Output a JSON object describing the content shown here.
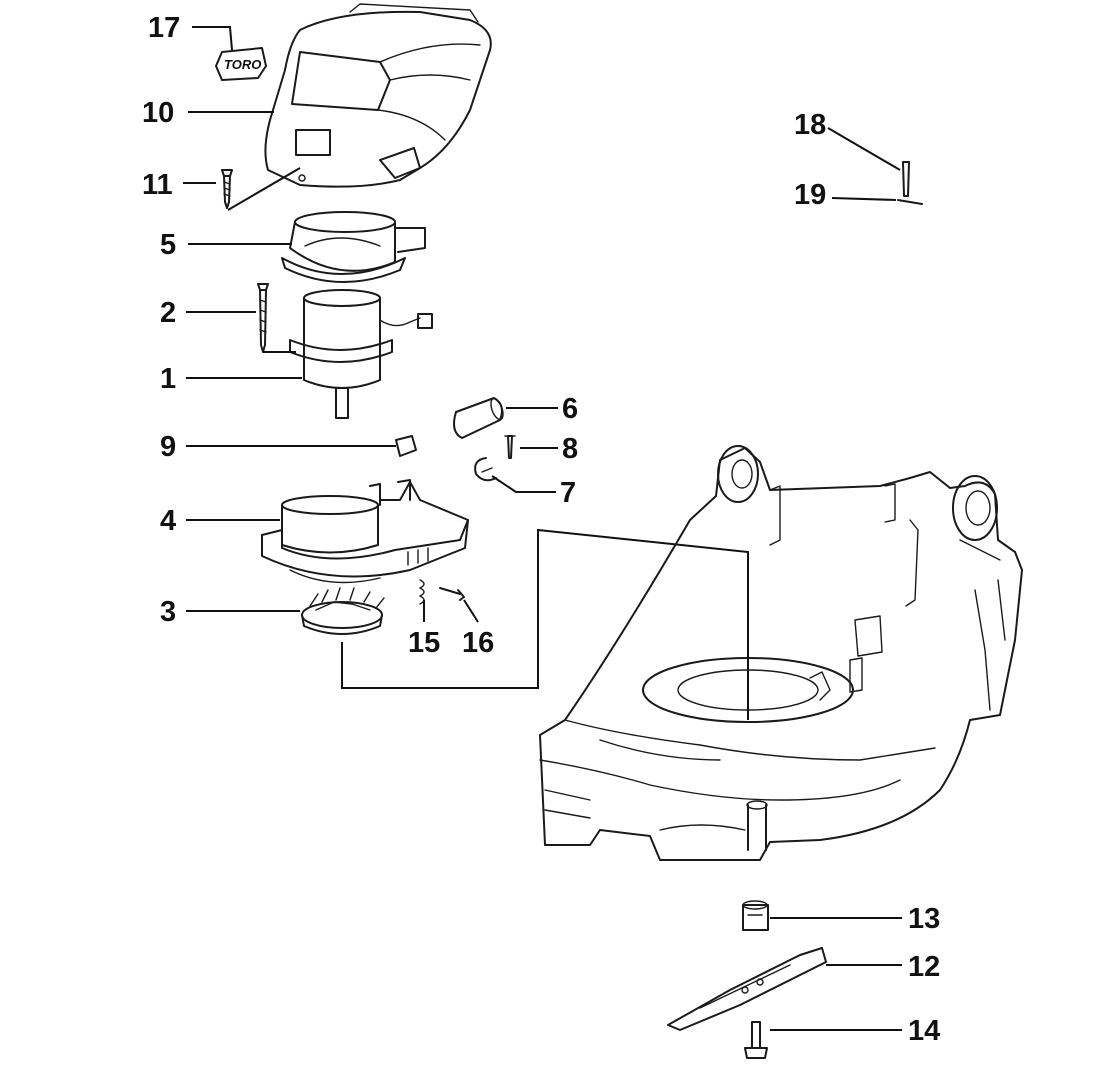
{
  "diagram": {
    "callouts": [
      {
        "id": "17",
        "label": "17"
      },
      {
        "id": "10",
        "label": "10"
      },
      {
        "id": "11",
        "label": "11"
      },
      {
        "id": "5",
        "label": "5"
      },
      {
        "id": "2",
        "label": "2"
      },
      {
        "id": "1",
        "label": "1"
      },
      {
        "id": "9",
        "label": "9"
      },
      {
        "id": "4",
        "label": "4"
      },
      {
        "id": "3",
        "label": "3"
      },
      {
        "id": "6",
        "label": "6"
      },
      {
        "id": "8",
        "label": "8"
      },
      {
        "id": "7",
        "label": "7"
      },
      {
        "id": "15",
        "label": "15"
      },
      {
        "id": "16",
        "label": "16"
      },
      {
        "id": "18",
        "label": "18"
      },
      {
        "id": "19",
        "label": "19"
      },
      {
        "id": "13",
        "label": "13"
      },
      {
        "id": "12",
        "label": "12"
      },
      {
        "id": "14",
        "label": "14"
      }
    ],
    "logo_text": "TORO"
  }
}
